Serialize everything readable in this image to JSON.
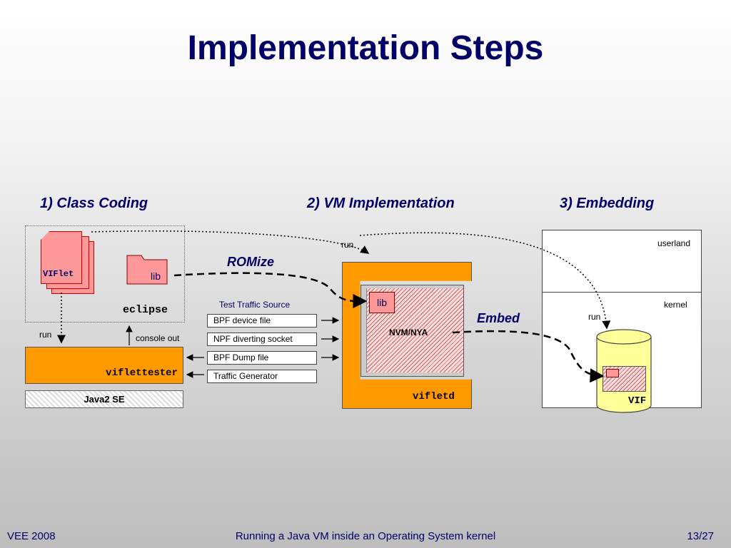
{
  "title": "Implementation Steps",
  "steps": {
    "class_coding": "1) Class Coding",
    "vm_implementation": "2) VM Implementation",
    "embedding": "3) Embedding"
  },
  "labels": {
    "viflet": "VIFlet",
    "lib_eclipse": "lib",
    "eclipse": "eclipse",
    "run_left": "run",
    "console_out": "console out",
    "viflettester": "viflettester",
    "java2se": "Java2 SE",
    "romize": "ROMize",
    "test_traffic_source": "Test Traffic Source",
    "sources": [
      "BPF device  file",
      "NPF diverting  socket",
      "BPF Dump file",
      "Traffic Generator"
    ],
    "run_top": "run",
    "lib_vm": "lib",
    "nvm": "NVM/NYA",
    "vifletd": "vifletd",
    "embed": "Embed",
    "userland": "userland",
    "kernel": "kernel",
    "run_kernel": "run",
    "vif": "VIF"
  },
  "footer": {
    "left": "VEE 2008",
    "center": "Running a Java VM inside an Operating System kernel",
    "right": "13/27"
  },
  "colors": {
    "title": "#000066",
    "orange": "#ff9900",
    "pink": "#ff9999",
    "cylinder": "#ffff99"
  }
}
